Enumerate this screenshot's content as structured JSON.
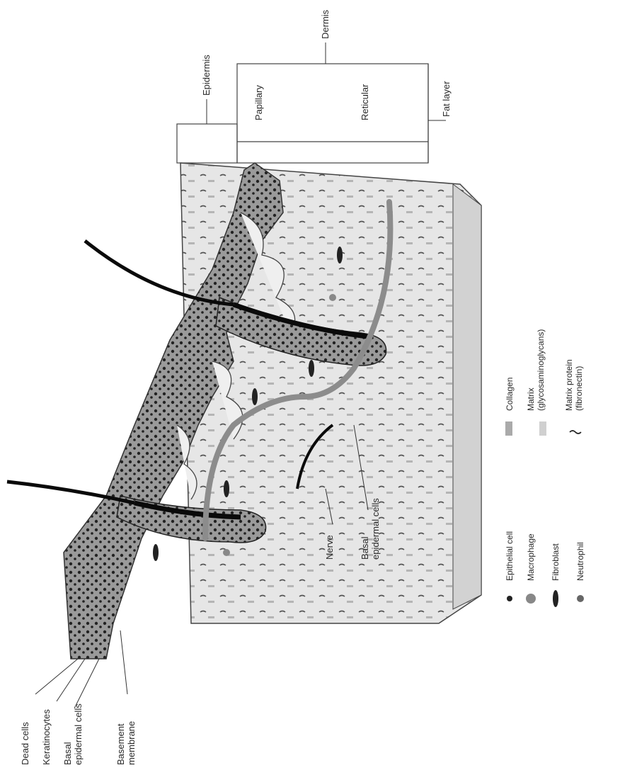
{
  "labels": {
    "dead_cells": "Dead cells",
    "keratinocytes": "Keratinocytes",
    "basal_epidermal_cells_left_1": "Basal",
    "basal_epidermal_cells_left_2": "epidermal cells",
    "basement_membrane_1": "Basement",
    "basement_membrane_2": "membrane",
    "nerve": "Nerve",
    "basal_epidermal_cells_center_1": "Basal",
    "basal_epidermal_cells_center_2": "epidermal cells",
    "epidermis": "Epidermis",
    "dermis": "Dermis",
    "papillary": "Papillary",
    "reticular": "Reticular",
    "fat_layer": "Fat layer"
  },
  "legend": {
    "epithelial_cell": "Epithelial cell",
    "macrophage": "Macrophage",
    "fibroblast": "Fibroblast",
    "neutrophil": "Neutrophil",
    "collagen": "Collagen",
    "matrix_1": "Matrix",
    "matrix_2": "(glycosaminoglycans)",
    "matrix_protein_1": "Matrix protein",
    "matrix_protein_2": "(fibronectin)"
  },
  "colors": {
    "ink": "#1a1a1a",
    "epidermis_fill": "#9a9a9a",
    "dermis_fill": "#e8e8e8",
    "nerve": "#8c8c8c",
    "hair": "#0a0a0a"
  }
}
